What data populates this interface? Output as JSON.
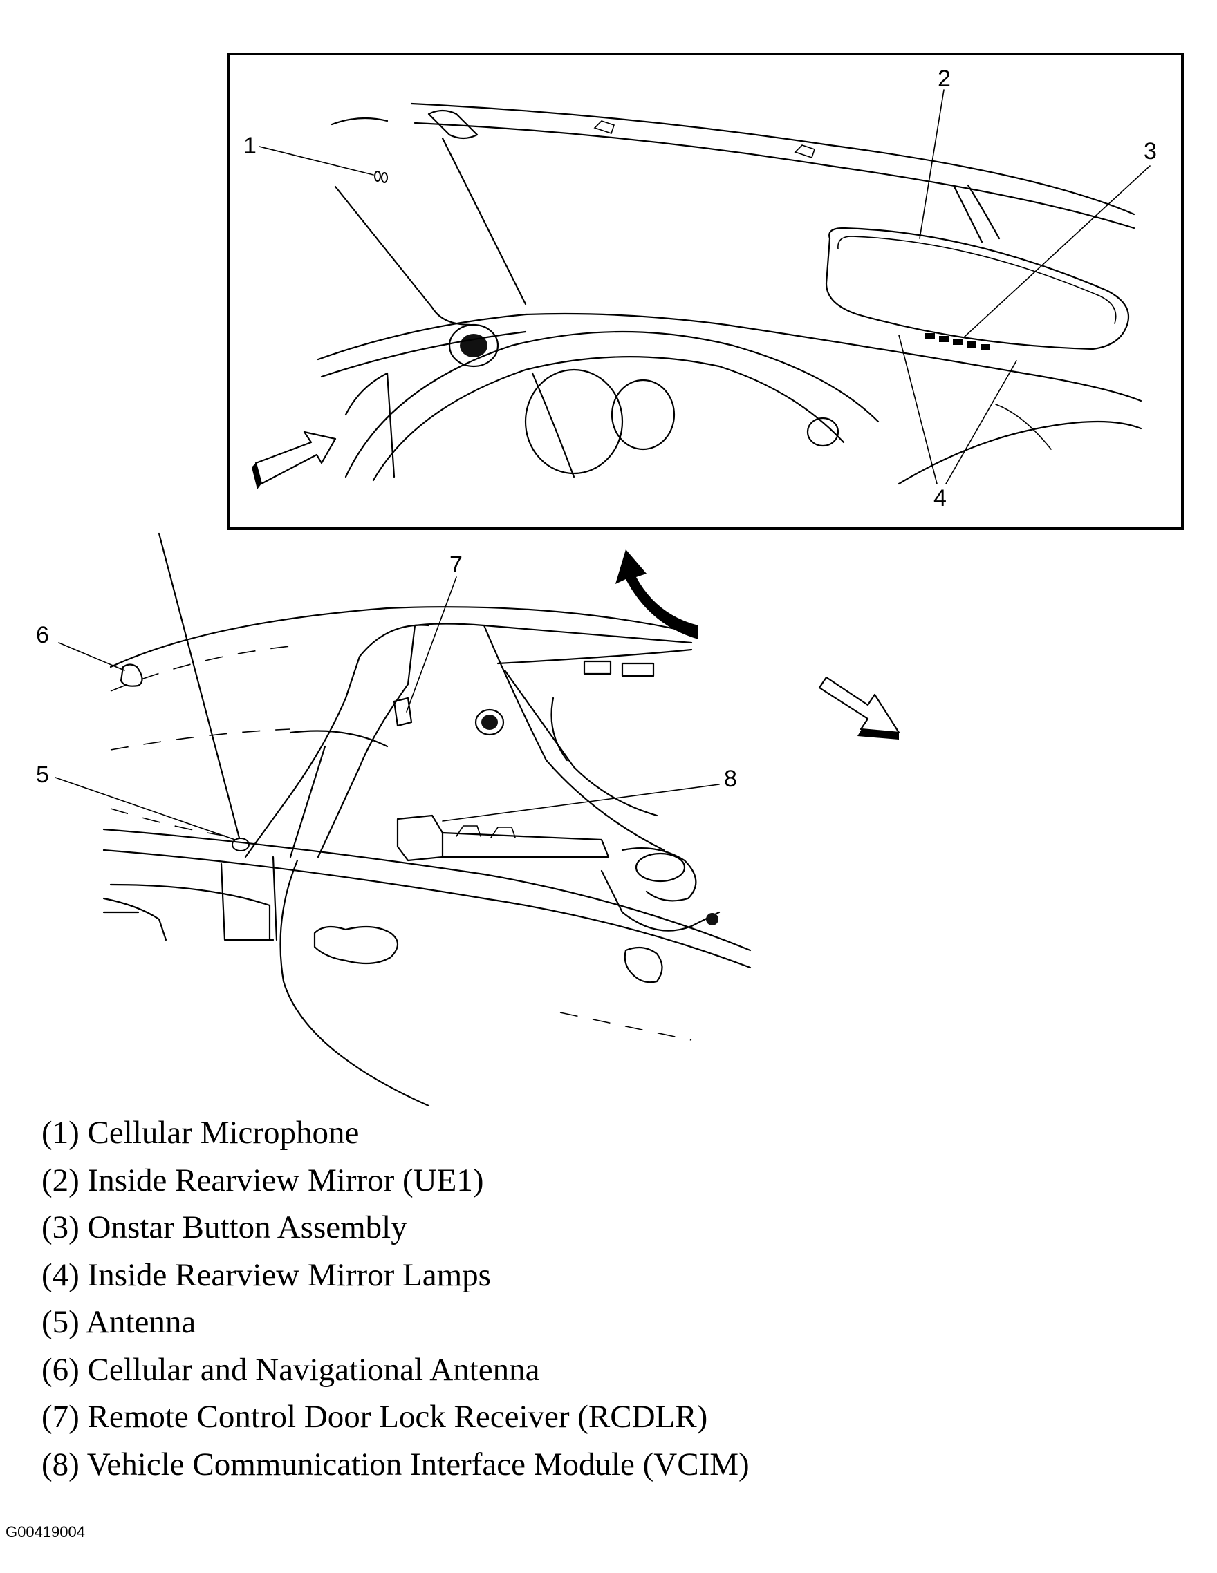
{
  "callouts": {
    "c1": "1",
    "c2": "2",
    "c3": "3",
    "c4": "4",
    "c5": "5",
    "c6": "6",
    "c7": "7",
    "c8": "8"
  },
  "legend": [
    "(1) Cellular Microphone",
    "(2) Inside Rearview Mirror (UE1)",
    "(3) Onstar Button Assembly",
    "(4) Inside Rearview Mirror Lamps",
    "(5) Antenna",
    "(6) Cellular and Navigational Antenna",
    "(7) Remote Control Door Lock Receiver (RCDLR)",
    "(8) Vehicle Communication Interface Module (VCIM)"
  ],
  "figure_id": "G00419004"
}
